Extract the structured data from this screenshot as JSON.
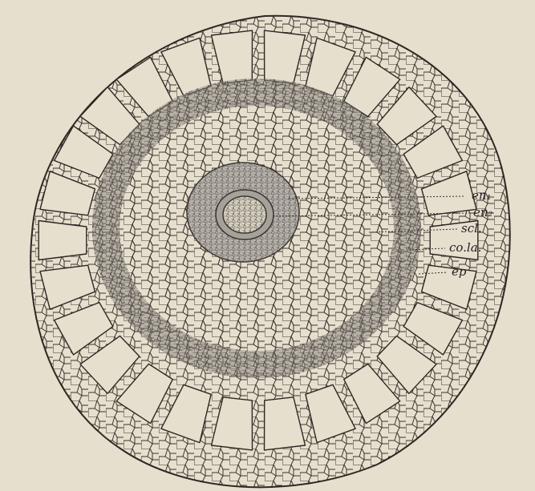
{
  "diagram": {
    "labels": [
      {
        "key": "en1",
        "text": "en₁"
      },
      {
        "key": "en2",
        "text": "en₂"
      },
      {
        "key": "scl",
        "text": "scl."
      },
      {
        "key": "cola",
        "text": "co.la."
      },
      {
        "key": "ep",
        "text": "ep"
      }
    ],
    "colors": {
      "background": "#e6dfce",
      "cell_line": "#3a352e",
      "sclerenchyma_ring": "#8f8a85",
      "stele": "#9c9894",
      "label": "#222222"
    }
  }
}
